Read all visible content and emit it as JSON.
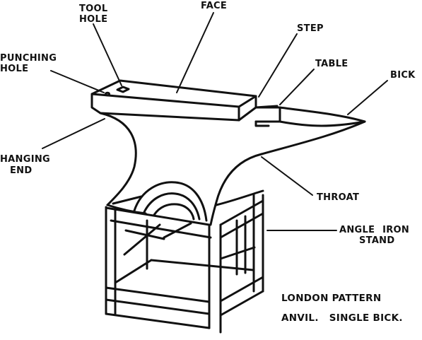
{
  "labels": {
    "tool_hole": [
      "TOOL",
      "HOLE"
    ],
    "face": "FACE",
    "step": "STEP",
    "punching_hole": [
      "PUNCHING",
      "HOLE"
    ],
    "table": "TABLE",
    "bick": "BICK",
    "hanging_end": [
      "HANGING",
      "END"
    ],
    "throat": "THROAT",
    "angle_iron_stand": [
      "ANGLE IRON",
      "STAND"
    ]
  },
  "caption": [
    "LONDON PATTERN",
    "ANVIL.   SINGLE BICK."
  ],
  "colors": {
    "ink": "#111111",
    "paper": "#ffffff"
  }
}
